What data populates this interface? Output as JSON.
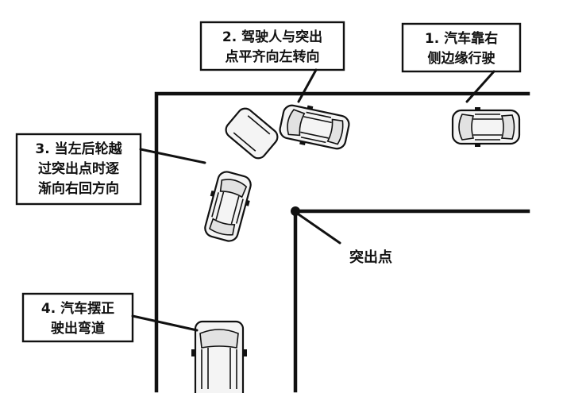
{
  "labels": {
    "step1_line1": "1. 汽车靠右",
    "step1_line2": "侧边缘行驶",
    "step2_line1": "2. 驾驶人与突出",
    "step2_line2": "点平齐向左转向",
    "step3_line1": "3. 当左后轮越",
    "step3_line2": "过突出点时逐",
    "step3_line3": "渐向右回方向",
    "step4_line1": "4. 汽车摆正",
    "step4_line2": "驶出弯道",
    "point": "突出点"
  }
}
